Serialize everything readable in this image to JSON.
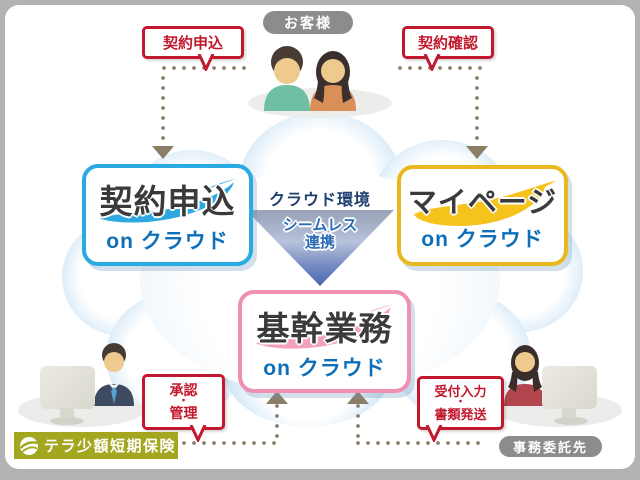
{
  "customer": {
    "label": "お客様"
  },
  "outsourcee": {
    "label": "事務委託先"
  },
  "logo": {
    "label": "テラ少額短期保険"
  },
  "bubbles": {
    "apply": "契約申込",
    "confirm": "契約確認",
    "approve": {
      "l1": "承認",
      "l2": "・",
      "l3": "管理"
    },
    "reception": {
      "l1": "受付入力",
      "l2": "・",
      "l3": "書類発送"
    }
  },
  "boxes": {
    "apply": {
      "title": "契約申込",
      "sub": "on クラウド"
    },
    "mypage": {
      "title": "マイページ",
      "sub": "on クラウド"
    },
    "core": {
      "title": "基幹業務",
      "sub": "on クラウド"
    }
  },
  "center": {
    "env": "クラウド環境",
    "seamless_line1": "シームレス",
    "seamless_line2": "連携"
  },
  "colors": {
    "accent_red": "#c1182d",
    "box_apply_border": "#29abe2",
    "box_mypage_border": "#e9b81e",
    "box_core_border": "#f08fb1",
    "sub_blue": "#0e6fb8",
    "connector_brown": "#8b7d66",
    "pill_gray": "#8c8c8c",
    "logo_olive": "#a3a61f",
    "cloud_blue": "#b7d6ee",
    "triangle_blue": "#4b66ac"
  }
}
